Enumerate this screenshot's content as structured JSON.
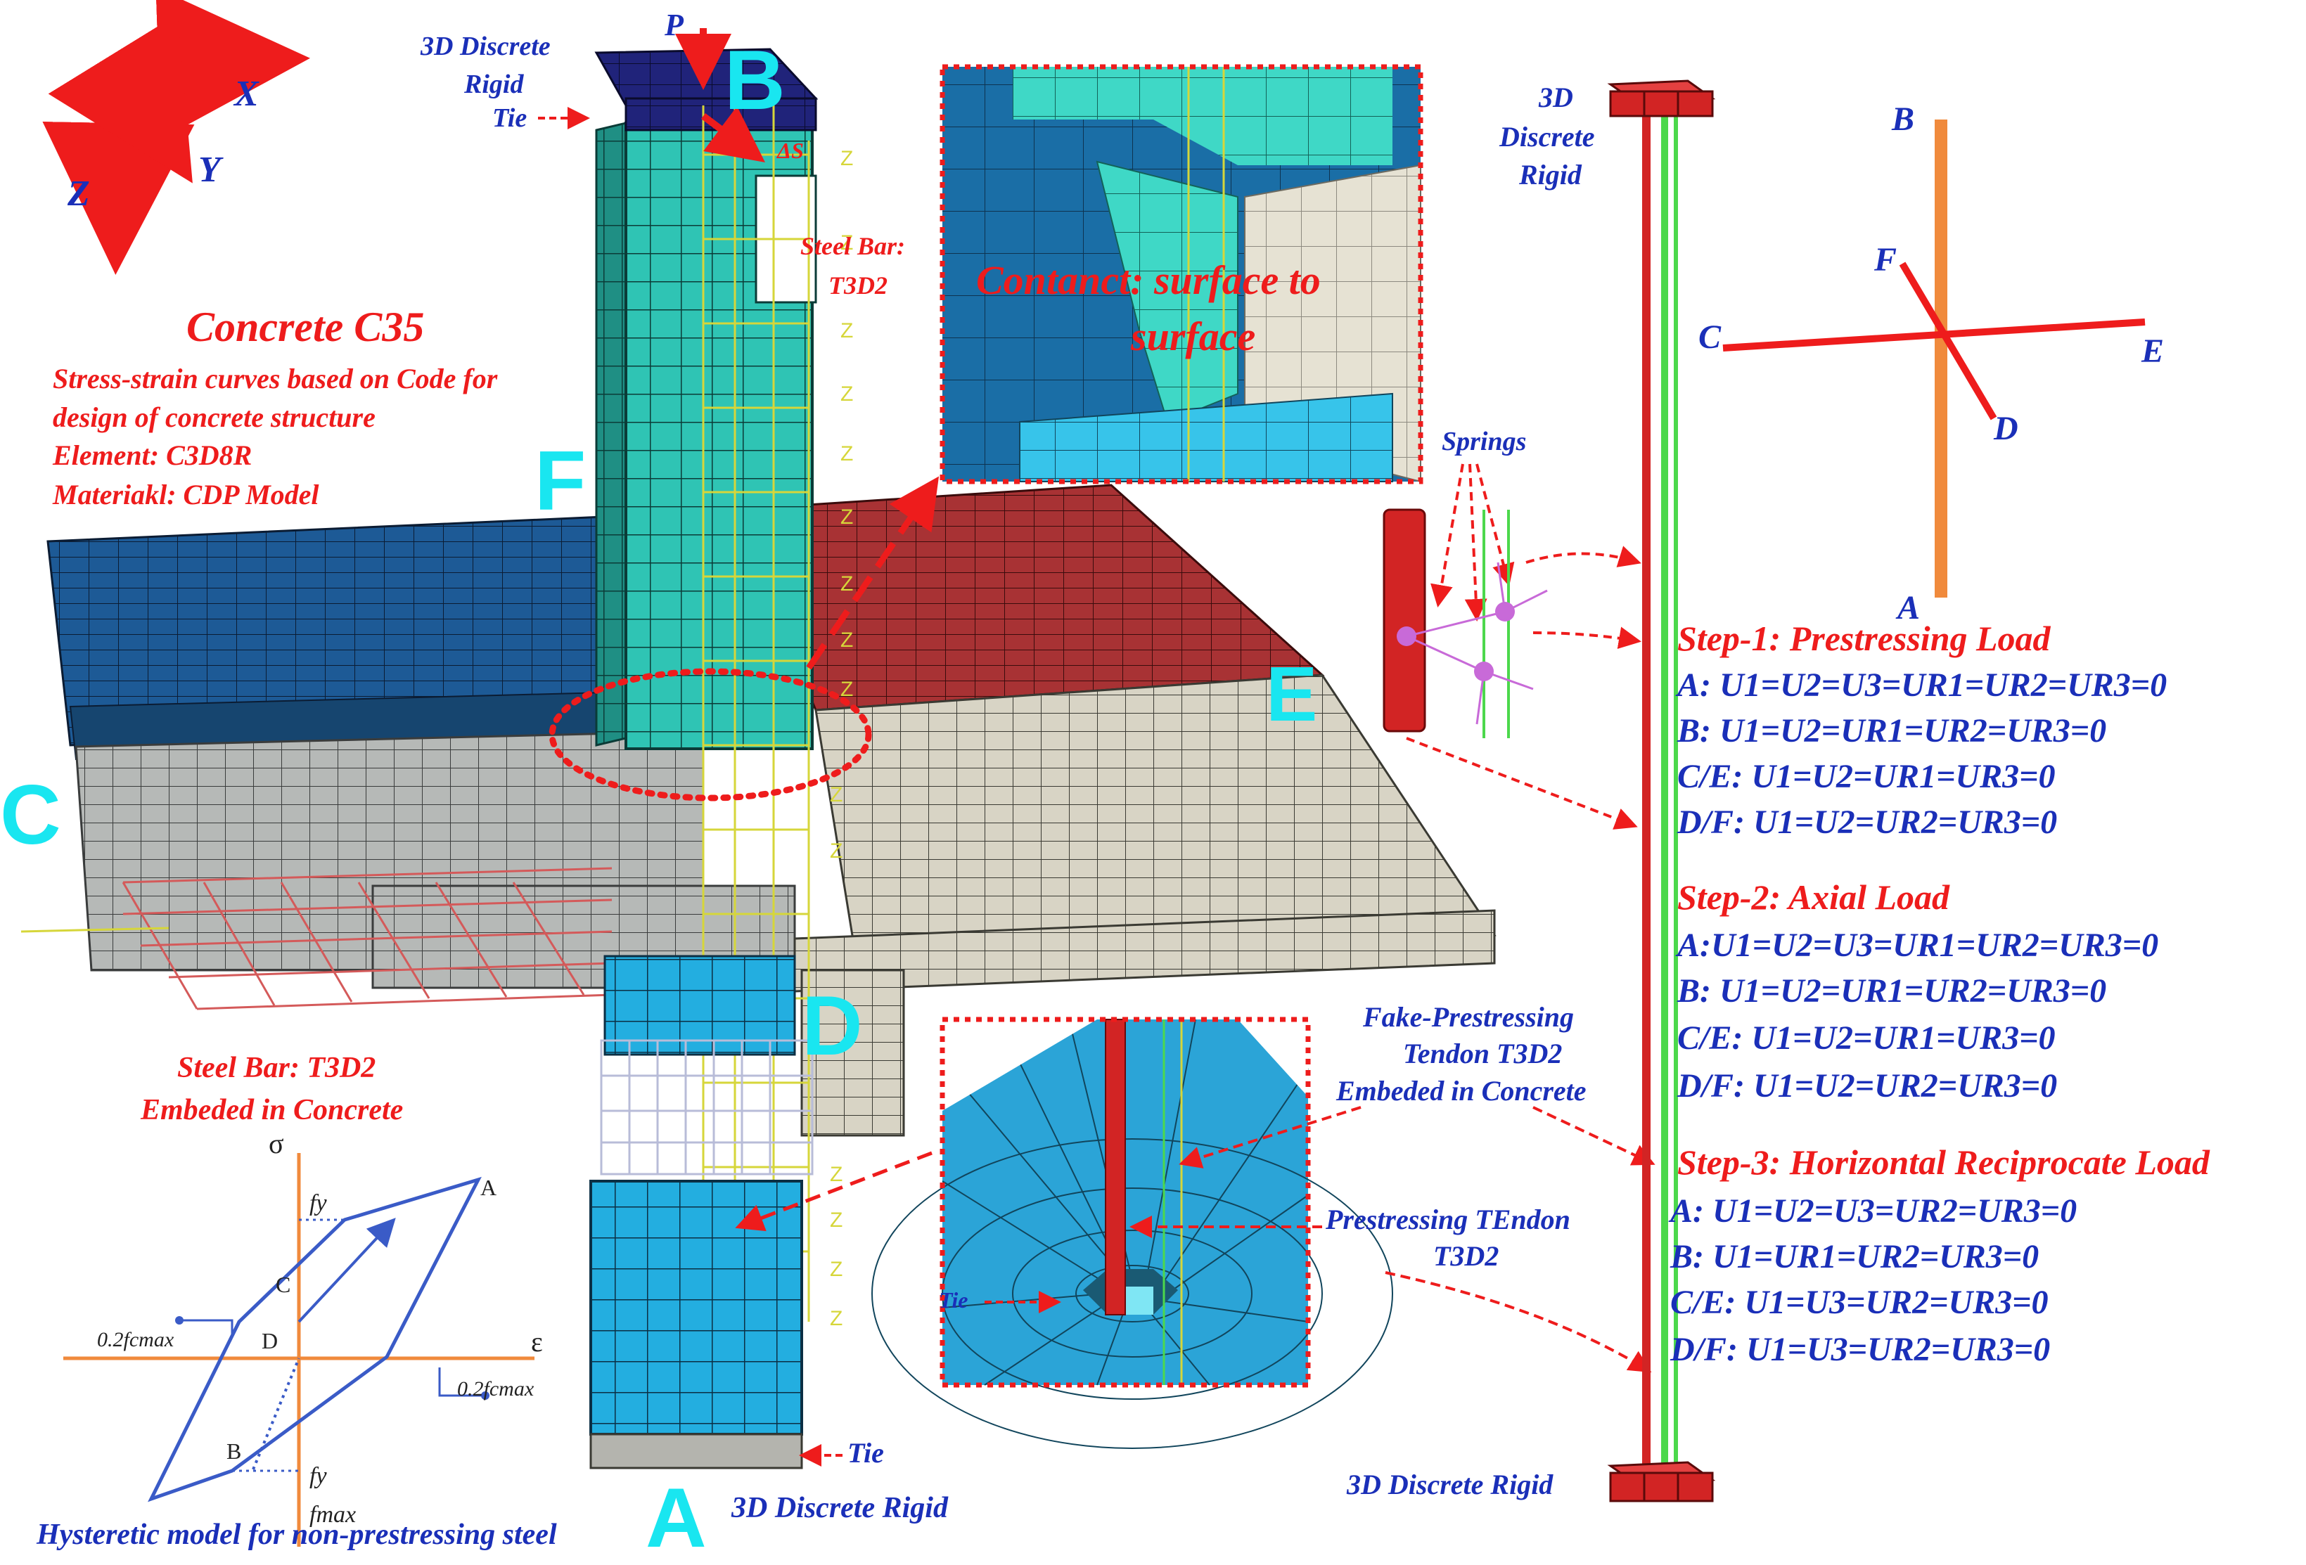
{
  "axes_triad": {
    "x": "X",
    "y": "Y",
    "z": "Z"
  },
  "material_text": {
    "title": "Concrete C35",
    "line1": "Stress-strain curves based on Code for",
    "line2": "design of concrete structure",
    "line3": "Element: C3D8R",
    "line4": "Materiakl: CDP Model"
  },
  "top_labels": {
    "rigid_line1": "3D Discrete",
    "rigid_line2": "Rigid",
    "tie": "Tie",
    "load_p": "P",
    "load_delta": "ΔS",
    "steel_bar_line1": "Steel Bar:",
    "steel_bar_line2": "T3D2"
  },
  "point_labels": {
    "A": "A",
    "B": "B",
    "C": "C",
    "D": "D",
    "E": "E",
    "F": "F"
  },
  "zoom_contact": {
    "line1": "Contanct: surface to",
    "line2": "surface"
  },
  "lower_labels": {
    "slab_bar_line1": "Steel Bar: T3D2",
    "slab_bar_line2": "Embeded in Concrete",
    "fake_line1": "Fake-Prestressing",
    "fake_line2": "Tendon T3D2",
    "fake_line3": "Embeded in Concrete",
    "tendon_line1": "Prestressing  TEndon",
    "tendon_line2": "T3D2",
    "tie_zoom": "Tie",
    "tie_bottom": "Tie",
    "rigid_bottom": "3D Discrete Rigid",
    "springs": "Springs",
    "rigid_right_line1": "3D",
    "rigid_right_line2": "Discrete",
    "rigid_right_line3": "Rigid",
    "rigid_right_bottom": "3D Discrete Rigid"
  },
  "cross_labels": {
    "A": "A",
    "B": "B",
    "C": "C",
    "D": "D",
    "E": "E",
    "F": "F"
  },
  "hysteresis": {
    "caption": "Hysteretic model for non-prestressing steel",
    "sigma": "σ",
    "epsilon": "ε",
    "fy_top": "fy",
    "fy_bottom": "fy",
    "fmax": "fmax",
    "left_02": "0.2fcmax",
    "right_02": "0.2fcmax",
    "pt_A": "A",
    "pt_B": "B",
    "pt_C": "C",
    "pt_D": "D"
  },
  "steps": [
    {
      "title": "Step-1: Prestressing Load",
      "lines": [
        "A: U1=U2=U3=UR1=UR2=UR3=0",
        "B: U1=U2=UR1=UR2=UR3=0",
        "C/E: U1=U2=UR1=UR3=0",
        "D/F: U1=U2=UR2=UR3=0"
      ]
    },
    {
      "title": "Step-2: Axial Load",
      "lines": [
        "A:U1=U2=U3=UR1=UR2=UR3=0",
        "B: U1=U2=UR1=UR2=UR3=0",
        "C/E: U1=U2=UR1=UR3=0",
        "D/F: U1=U2=UR2=UR3=0"
      ]
    },
    {
      "title": "Step-3: Horizontal Reciprocate Load",
      "lines": [
        "A: U1=U2=U3=UR2=UR3=0",
        "B: U1=UR1=UR2=UR3=0",
        "C/E: U1=U3=UR2=UR3=0",
        "D/F: U1=U3=UR2=UR3=0"
      ]
    }
  ],
  "colors": {
    "annotation_red": "#ee1c1c",
    "annotation_blue": "#1a2fb8",
    "point_cyan": "#19e6f0",
    "slab_blue": "#1d5a96",
    "slab_red": "#a83234",
    "slab_grey": "#b6b9b7",
    "slab_beige": "#d8d4c5",
    "column_teal": "#2fc4b4",
    "cap_navy": "#20237a",
    "rebar_yellow": "#d6d63a",
    "tendon_green": "#4cd84c",
    "orange": "#f08a3c"
  }
}
